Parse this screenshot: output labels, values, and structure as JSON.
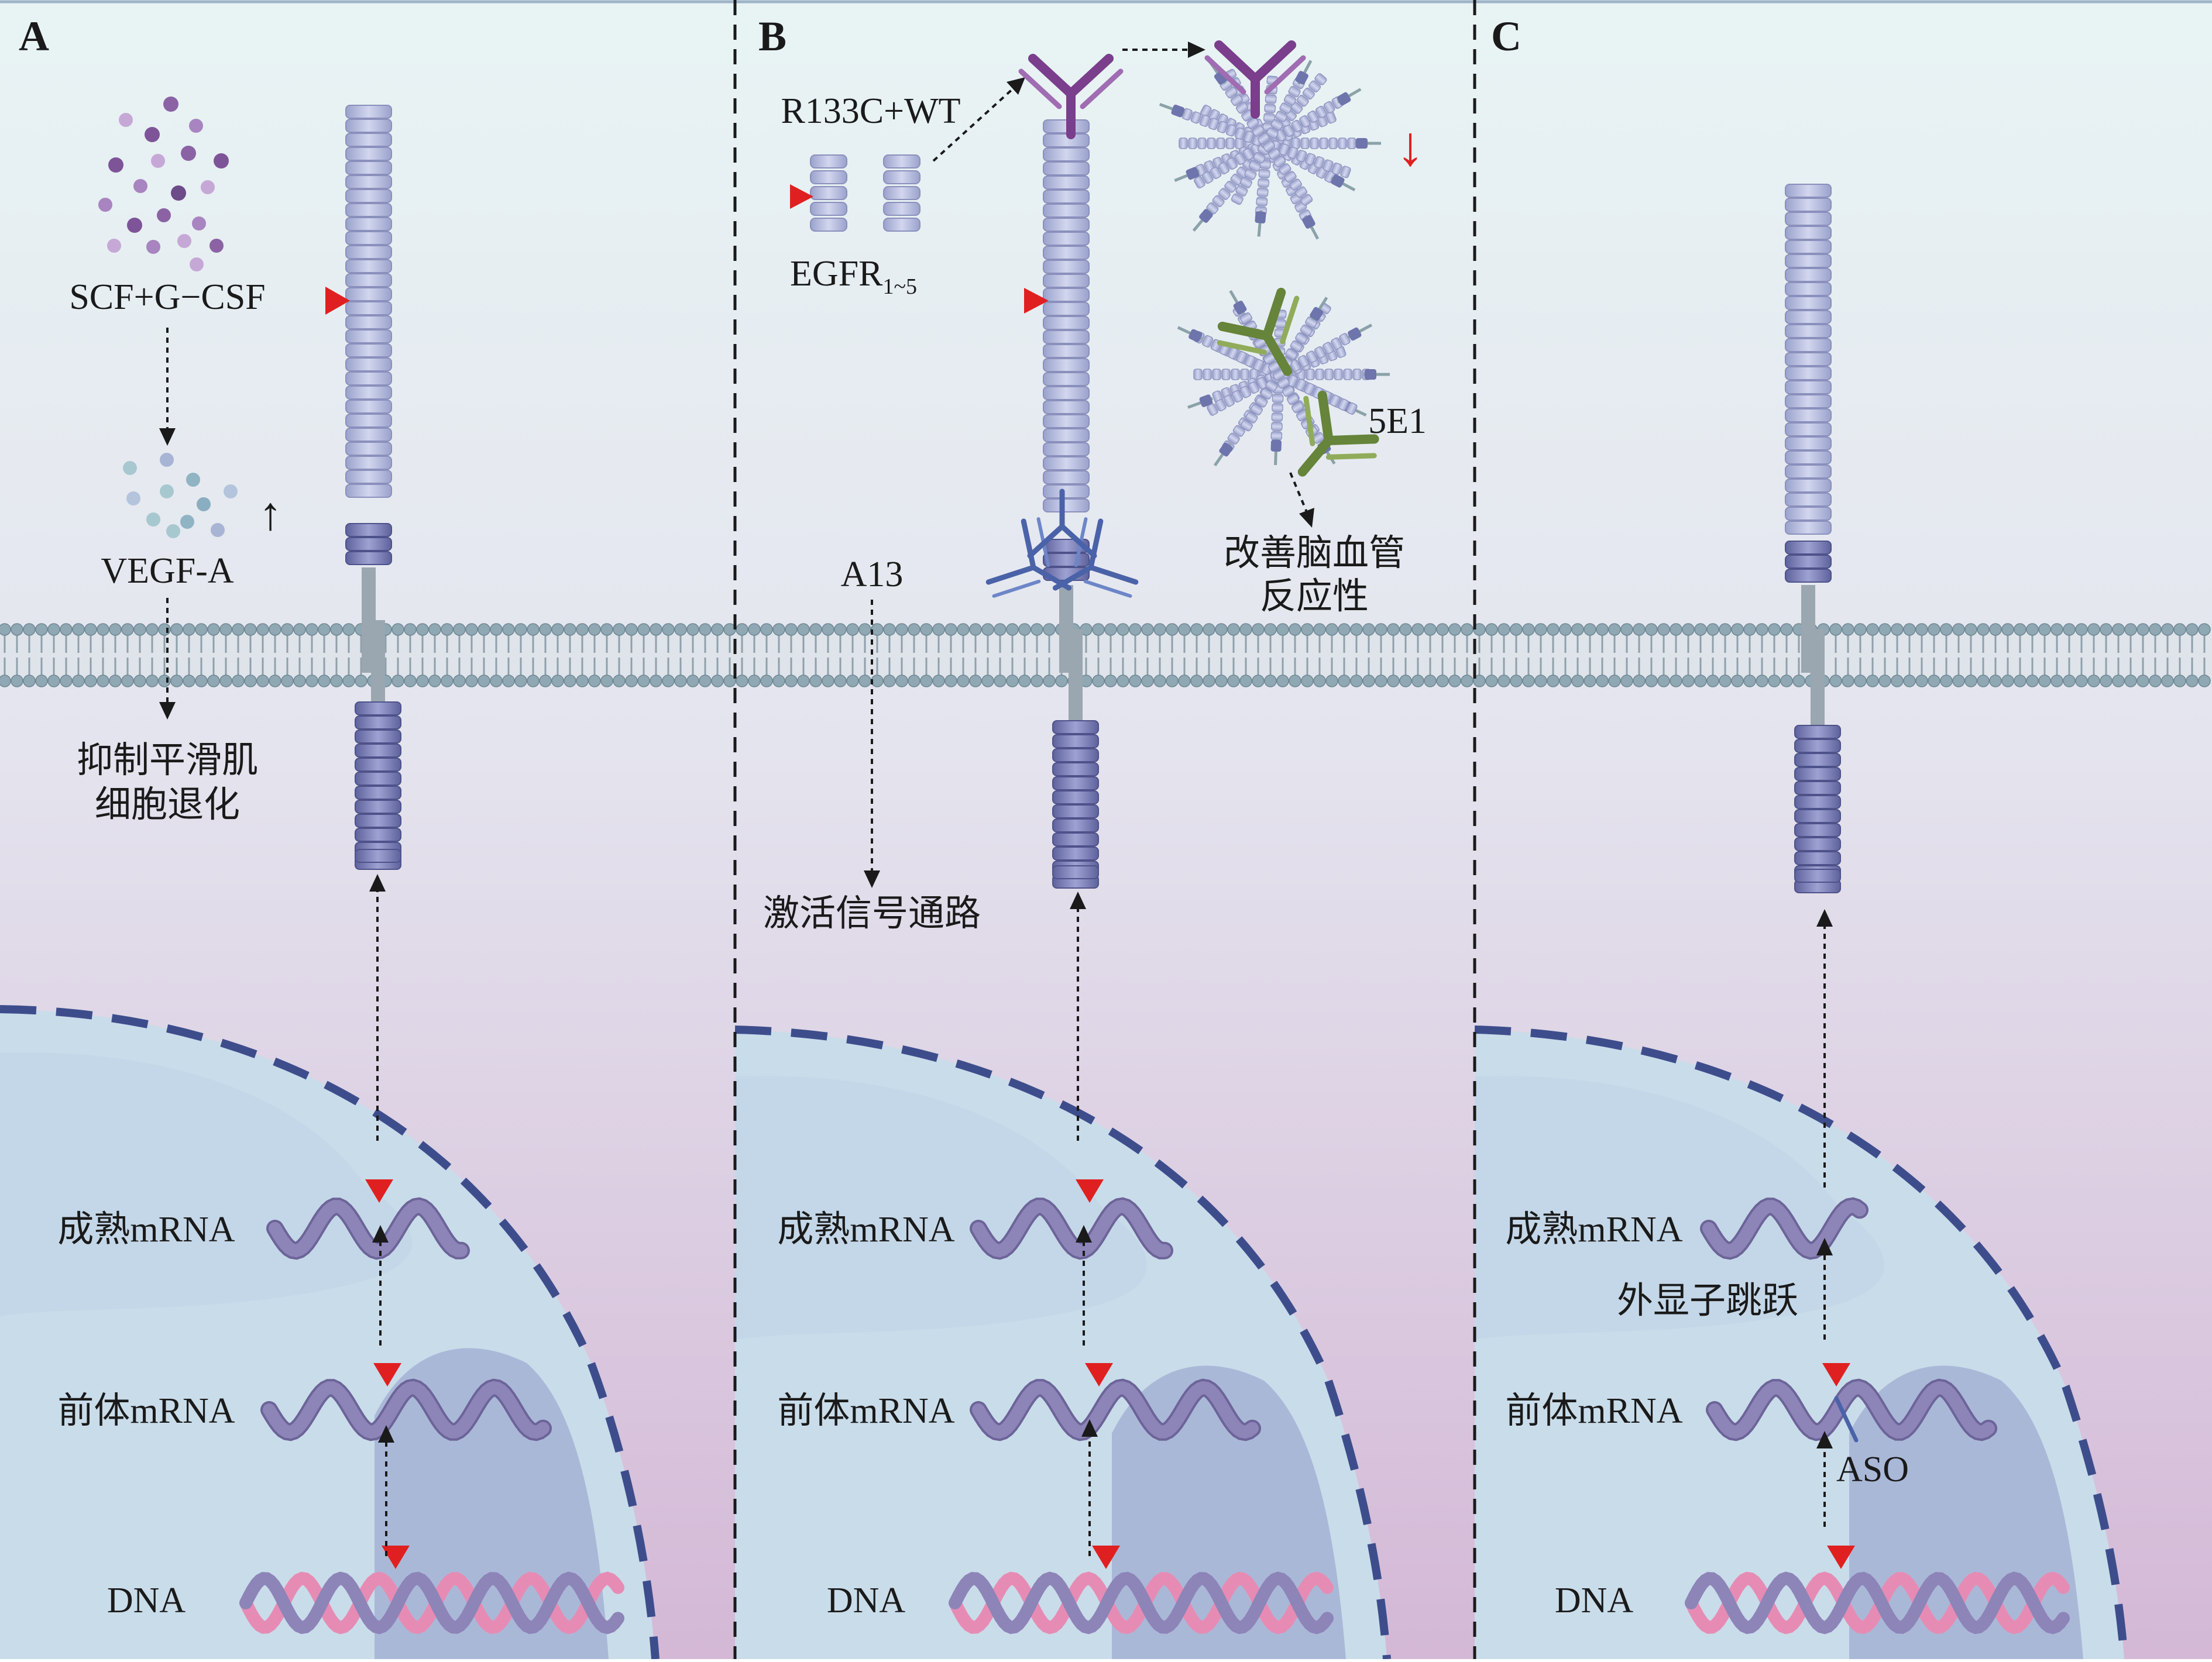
{
  "figure": {
    "colors": {
      "cytoplasm_top": "#e6f3f3",
      "cytoplasm_bottom": "#d6bcd6",
      "nucleus": "#c8dceb",
      "nucleus_inner": "#aec4de",
      "nucleus_envelope": "#3d4d8c",
      "membrane_head": "#8fa8b4",
      "receptor": "#b4bcdc",
      "receptor_dark": "#6e74ac",
      "mrna": "#8d84b8",
      "dna_pink": "#e68cb4",
      "mutation_marker": "#e02020",
      "antibody_purple": "#7a3e8c",
      "antibody_green": "#66843a",
      "antibody_blue": "#4a62a8"
    }
  },
  "panels": [
    {
      "letter": "A",
      "ligand_label": "SCF+G−CSF",
      "factor_label": "VEGF-A",
      "increase_arrow": "↑",
      "effect_label_line1": "抑制平滑肌",
      "effect_label_line2": "细胞退化",
      "mature_mrna_label": "成熟mRNA",
      "pre_mrna_label": "前体mRNA",
      "dna_label": "DNA"
    },
    {
      "letter": "B",
      "variant_label": "R133C+WT",
      "decoy_label": "EGFR",
      "decoy_subscript": "1~5",
      "antibody_label": "5E1",
      "outcome_line1": "改善脑血管",
      "outcome_line2": "反应性",
      "agonist_label": "A13",
      "pathway_label": "激活信号通路",
      "decrease_arrow": "↓",
      "mature_mrna_label": "成熟mRNA",
      "pre_mrna_label": "前体mRNA",
      "dna_label": "DNA"
    },
    {
      "letter": "C",
      "mature_mrna_label": "成熟mRNA",
      "exon_skip_label": "外显子跳跃",
      "pre_mrna_label": "前体mRNA",
      "aso_label": "ASO",
      "dna_label": "DNA"
    }
  ]
}
